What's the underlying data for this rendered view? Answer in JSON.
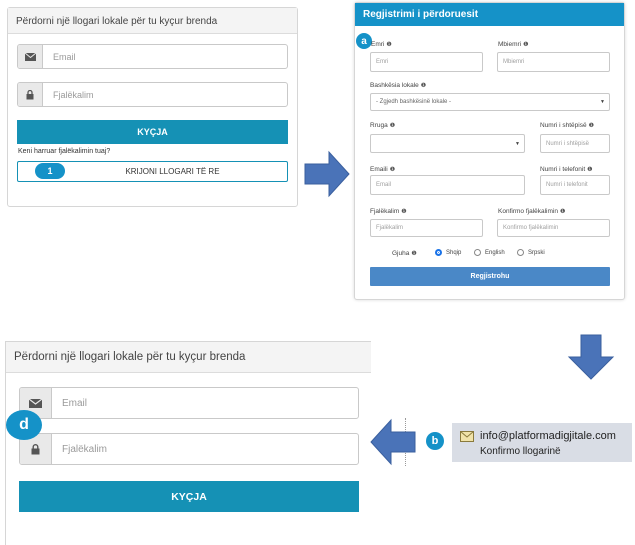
{
  "login_small": {
    "title": "Përdorni një llogari lokale për tu kyçur brenda",
    "email_placeholder": "Email",
    "password_placeholder": "Fjalëkalim",
    "login_button": "KYÇJA",
    "forgot_link": "Keni harruar fjalëkalimin tuaj?",
    "register_button": "KRIJONI LLOGARI TË RE",
    "step_badge": "1"
  },
  "registration": {
    "title": "Regjistrimi i përdoruesit",
    "badge": "a",
    "first_name_label": "Emri",
    "first_name_placeholder": "Emri",
    "last_name_label": "Mbiemri",
    "last_name_placeholder": "Mbiemri",
    "municipality_label": "Bashkësia lokale",
    "municipality_placeholder": "- Zgjedh bashkësinë lokale -",
    "street_label": "Rruga",
    "house_number_label": "Numri i shtëpisë",
    "house_number_placeholder": "Numri i shtëpisë",
    "email_label": "Emaili",
    "email_placeholder": "Email",
    "phone_label": "Numri i telefonit",
    "phone_placeholder": "Numri i telefonit",
    "password_label": "Fjalëkalim",
    "password_placeholder": "Fjalëkalim",
    "confirm_password_label": "Konfirmo fjalëkalimin",
    "confirm_password_placeholder": "Konfirmo fjalëkalimin",
    "language_label": "Gjuha",
    "languages": [
      "Shqip",
      "English",
      "Srpski"
    ],
    "selected_language": "Shqip",
    "submit_button": "Regjistrohu",
    "info_icon": "info-circle-icon"
  },
  "email_notice": {
    "badge": "b",
    "sender": "info@platformadigjitale.com",
    "subject": "Konfirmo llogarinë",
    "icon": "envelope-icon"
  },
  "login_large": {
    "title": "Përdorni një llogari lokale për tu kyçur brenda",
    "email_placeholder": "Email",
    "password_placeholder": "Fjalëkalim",
    "login_button": "KYÇJA",
    "badge": "d"
  },
  "colors": {
    "accent": "#1591b5",
    "arrow": "#4a73b8",
    "badge": "#1592c8"
  }
}
